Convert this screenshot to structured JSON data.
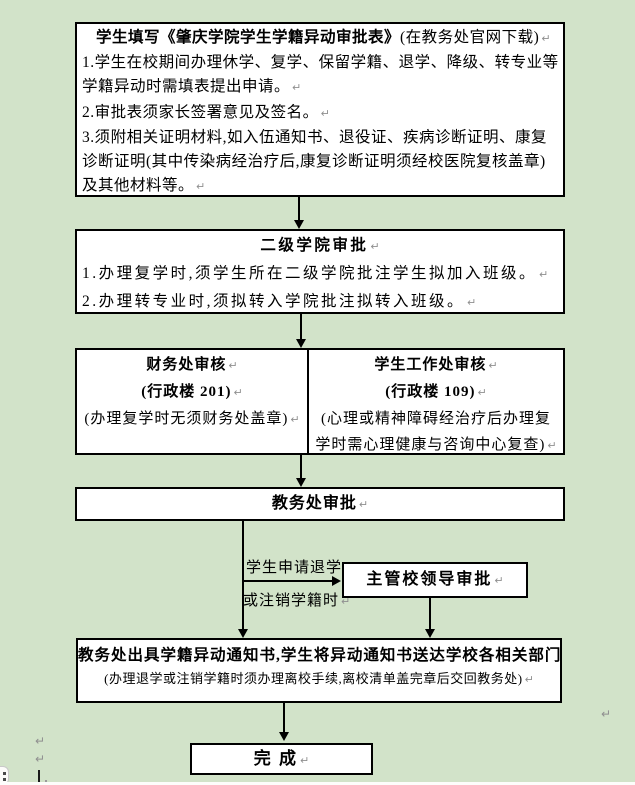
{
  "colors": {
    "background": "#d2e3c9",
    "box_background": "#ffffff",
    "border": "#000000",
    "text": "#000000",
    "mark": "#8f8f8f"
  },
  "marks": {
    "return_symbol": "↵"
  },
  "flowchart": {
    "box1": {
      "lines": [
        {
          "bold_text": "学生填写《肇庆学院学生学籍异动审批表》",
          "text": "(在教务处官网下载)",
          "mark": true,
          "indent": true
        },
        {
          "text": "1.学生在校期间办理休学、复学、保留学籍、退学、降级、转专业等"
        },
        {
          "text": "学籍异动时需填表提出申请。",
          "mark": true
        },
        {
          "text": "2.审批表须家长签署意见及签名。",
          "mark": true
        },
        {
          "text": "3.须附相关证明材料,如入伍通知书、退役证、疾病诊断证明、康复"
        },
        {
          "text": "诊断证明(其中传染病经治疗后,康复诊断证明须经校医院复核盖章)"
        },
        {
          "text": "及其他材料等。",
          "mark": true
        }
      ]
    },
    "box2": {
      "lines": [
        {
          "bold_text": "二级学院审批",
          "center": true,
          "mark": true
        },
        {
          "text": "1.办理复学时,须学生所在二级学院批注学生拟加入班级。",
          "mark": true
        },
        {
          "text": "2.办理转专业时,须拟转入学院批注拟转入班级。",
          "mark": true
        }
      ]
    },
    "finance_box": {
      "lines": [
        {
          "bold_text": "财务处审核",
          "center": true,
          "mark": true
        },
        {
          "bold_text": "(行政楼 201)",
          "center": true,
          "mark": true
        },
        {
          "text": "(办理复学时无须财务处盖章)",
          "center": true,
          "mark": true
        }
      ]
    },
    "student_affairs_box": {
      "lines": [
        {
          "bold_text": "学生工作处审核",
          "center": true,
          "mark": true
        },
        {
          "bold_text": "(行政楼 109)",
          "center": true,
          "mark": true
        },
        {
          "text": "(心理或精神障碍经治疗后办理复",
          "center": true
        },
        {
          "text": "学时需心理健康与咨询中心复查)",
          "center": true,
          "mark": true
        }
      ]
    },
    "academic_box": {
      "lines": [
        {
          "bold_text": "教务处审批",
          "center": true,
          "mark": true
        }
      ]
    },
    "branch": {
      "label_top": {
        "lines": [
          {
            "text": "学生申请退学",
            "mark": true
          }
        ]
      },
      "label_bottom": {
        "lines": [
          {
            "text": "或注销学籍时",
            "mark": true
          }
        ]
      }
    },
    "leader_box": {
      "lines": [
        {
          "bold_text": "主管校领导审批",
          "center": true,
          "mark": true
        }
      ]
    },
    "notice_box": {
      "lines": [
        {
          "bold_text": "教务处出具学籍异动通知书,学生将异动通知书送达学校各相关部门",
          "center": true,
          "mark": true
        },
        {
          "text": "(办理退学或注销学籍时须办理离校手续,离校清单盖完章后交回教务处)",
          "center": true,
          "mark": true,
          "small": true
        }
      ]
    },
    "complete_box": {
      "lines": [
        {
          "bold_text": "完 成",
          "center": true,
          "mark": true
        }
      ]
    }
  }
}
